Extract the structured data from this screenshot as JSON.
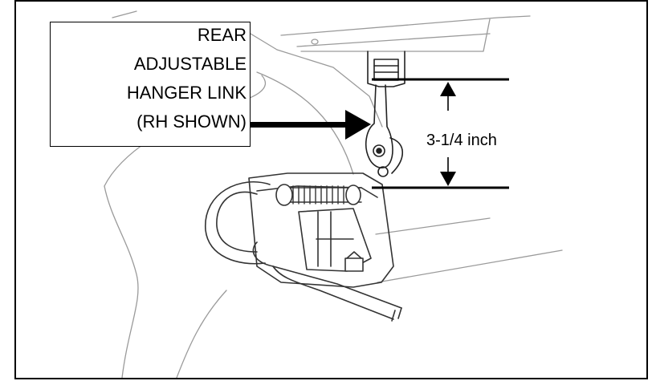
{
  "callout": {
    "lines": [
      "REAR",
      "ADJUSTABLE",
      "HANGER LINK",
      "(RH SHOWN)"
    ]
  },
  "dimension": {
    "label": "3-1/4 inch"
  },
  "colors": {
    "ink": "#000000",
    "sketch": "#9a9a9a",
    "paper": "#ffffff"
  }
}
